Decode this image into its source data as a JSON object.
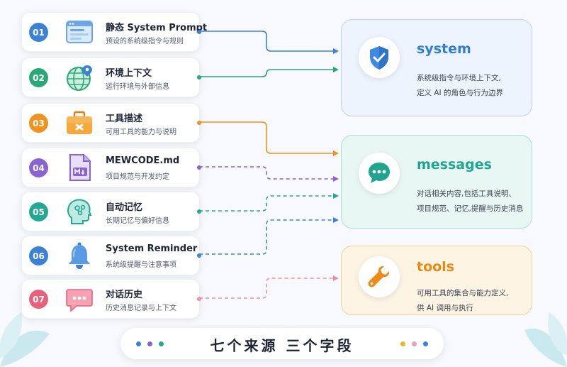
{
  "sources": [
    {
      "num": "01",
      "title": "静态 System Prompt",
      "subtitle": "预设的系统级指令与规则",
      "icon": "window-icon",
      "color": "#3b82d6"
    },
    {
      "num": "02",
      "title": "环境上下文",
      "subtitle": "运行环境与外部信息",
      "icon": "globe-location-icon",
      "color": "#2aa876"
    },
    {
      "num": "03",
      "title": "工具描述",
      "subtitle": "可用工具的能力与说明",
      "icon": "toolbox-icon",
      "color": "#f0931e"
    },
    {
      "num": "04",
      "title": "MEWCODE.md",
      "subtitle": "项目规范与开发约定",
      "icon": "markdown-file-icon",
      "color": "#8a63d2"
    },
    {
      "num": "05",
      "title": "自动记忆",
      "subtitle": "长期记忆与偏好信息",
      "icon": "brain-head-icon",
      "color": "#22a893"
    },
    {
      "num": "06",
      "title": "System Reminder",
      "subtitle": "系统级提醒与注意事项",
      "icon": "bell-icon",
      "color": "#3b82d6"
    },
    {
      "num": "07",
      "title": "对话历史",
      "subtitle": "历史消息记录与上下文",
      "icon": "chat-bubble-icon",
      "color": "#e8607c"
    }
  ],
  "fields": [
    {
      "title": "system",
      "desc": [
        "系统级指令与环境上下文,",
        "定义 AI 的角色与行为边界"
      ],
      "icon": "shield-check-icon",
      "color": "#2f7fd8"
    },
    {
      "title": "messages",
      "desc": [
        "对话相关内容,包括工具说明、",
        "项目规范、记忆,提醒与历史消息"
      ],
      "icon": "chat-icon",
      "color": "#1fa58f"
    },
    {
      "title": "tools",
      "desc": [
        "可用工具的集合与能力定义,",
        "供 AI 调用与执行"
      ],
      "icon": "wrench-icon",
      "color": "#e88a16"
    }
  ],
  "footer": {
    "text": "七个来源  三个字段"
  }
}
